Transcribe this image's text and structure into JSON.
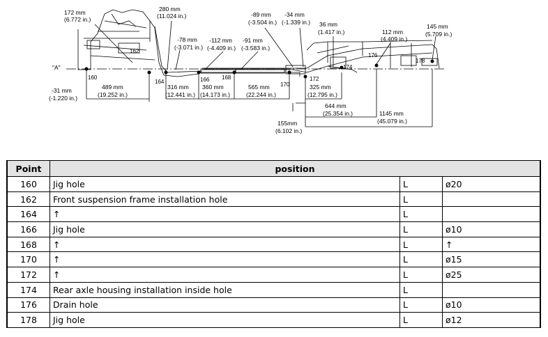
{
  "diagram": {
    "reference": "\"A\"",
    "points": [
      "160",
      "162",
      "164",
      "166",
      "168",
      "170",
      "172",
      "174",
      "176",
      "178"
    ],
    "dimensions": [
      {
        "mm": "172 mm",
        "in": "(6.772 in.)"
      },
      {
        "mm": "280 mm",
        "in": "(11.024 in.)"
      },
      {
        "mm": "-78 mm",
        "in": "(-3.071 in.)"
      },
      {
        "mm": "-112 mm",
        "in": "(-4.409 in.)"
      },
      {
        "mm": "-91 mm",
        "in": "(-3.583 in.)"
      },
      {
        "mm": "-89 mm",
        "in": "(-3.504 in.)"
      },
      {
        "mm": "-34 mm",
        "in": "(-1.339 in.)"
      },
      {
        "mm": "36 mm",
        "in": "(1.417 in.)"
      },
      {
        "mm": "112 mm",
        "in": "(4.409 in.)"
      },
      {
        "mm": "145 mm",
        "in": "(5.709 in.)"
      },
      {
        "mm": "-31 mm",
        "in": "(-1.220 in.)"
      },
      {
        "mm": "489 mm",
        "in": "(19.252 in.)"
      },
      {
        "mm": "316 mm",
        "in": "(12.441 in.)"
      },
      {
        "mm": "360 mm",
        "in": "(14.173 in.)"
      },
      {
        "mm": "565 mm",
        "in": "(22.244 in.)"
      },
      {
        "mm": "325 mm",
        "in": "(12.795 in.)"
      },
      {
        "mm": "644 mm",
        "in": "(25.354 in.)"
      },
      {
        "mm": "1145 mm",
        "in": "(45.079 in.)"
      },
      {
        "mm": "155mm",
        "in": "(6.102 in.)"
      }
    ]
  },
  "table": {
    "headers": {
      "point": "Point",
      "position": "position"
    },
    "rows": [
      {
        "point": "160",
        "position": "Jig hole",
        "side": "L",
        "diameter": "ø20"
      },
      {
        "point": "162",
        "position": "Front suspension frame installation hole",
        "side": "L",
        "diameter": ""
      },
      {
        "point": "164",
        "position": "↑",
        "side": "L",
        "diameter": ""
      },
      {
        "point": "166",
        "position": "Jig hole",
        "side": "L",
        "diameter": "ø10"
      },
      {
        "point": "168",
        "position": "↑",
        "side": "L",
        "diameter": "↑"
      },
      {
        "point": "170",
        "position": "↑",
        "side": "L",
        "diameter": "ø15"
      },
      {
        "point": "172",
        "position": "↑",
        "side": "L",
        "diameter": "ø25"
      },
      {
        "point": "174",
        "position": "Rear axle housing installation inside hole",
        "side": "L",
        "diameter": ""
      },
      {
        "point": "176",
        "position": "Drain hole",
        "side": "L",
        "diameter": "ø10"
      },
      {
        "point": "178",
        "position": "Jig hole",
        "side": "L",
        "diameter": "ø12"
      }
    ]
  }
}
